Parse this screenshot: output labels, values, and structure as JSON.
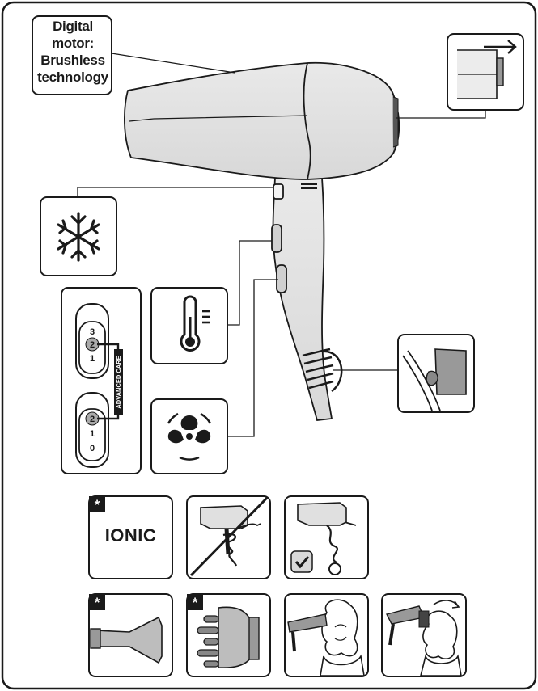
{
  "motor_label": [
    "Digital",
    "motor:",
    "Brushless",
    "technology"
  ],
  "ionic_label": "IONIC",
  "heat_levels": [
    "3",
    "2",
    "1"
  ],
  "speed_levels": [
    "2",
    "1",
    "0"
  ],
  "advanced_care_label": "ADVANCED CARE",
  "colors": {
    "stroke": "#1a1a1a",
    "dryer_fill": "#e6e6e6",
    "highlight": "#aaaaaa",
    "check_fill": "#d9d9d9"
  }
}
